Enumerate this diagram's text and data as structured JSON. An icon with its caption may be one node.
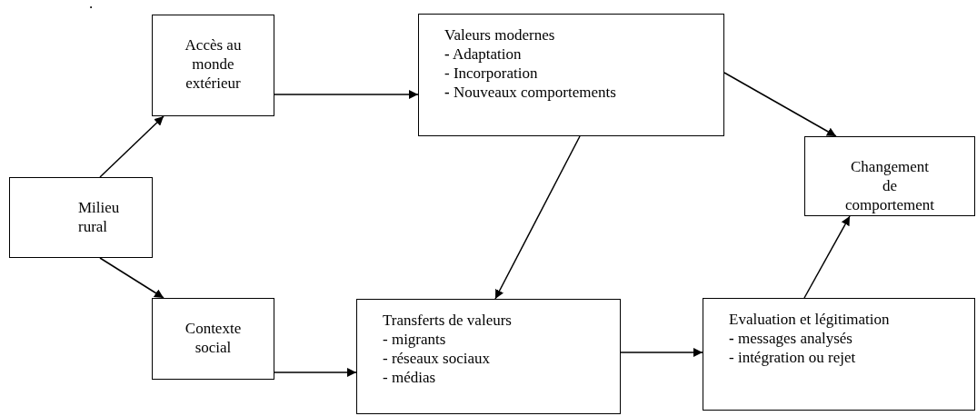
{
  "diagram": {
    "nodes": [
      {
        "text": [
          "Milieu rural"
        ]
      },
      {
        "text": [
          "Accès au monde extérieur"
        ]
      },
      {
        "text": [
          "Valeurs modernes",
          "**-** Adaptation",
          "- Incorporation",
          "**-** Nouveaux comportements"
        ]
      },
      {
        "text": [
          "Changement de comportement"
        ]
      },
      {
        "text": [
          "Contexte social"
        ]
      },
      {
        "text": [
          "Transferts de valeurs",
          "- migrants",
          "- réseaux sociaux",
          "- médias"
        ]
      },
      {
        "text": [
          "Evaluation et légitimation",
          "**-**  messages analysés",
          "- intégration ou rejet"
        ]
      }
    ],
    "edges": [
      {
        "from": 0,
        "to": 1,
        "arrow": "to"
      },
      {
        "from": 0,
        "to": 4,
        "arrow": "to"
      },
      {
        "from": 1,
        "to": 2,
        "arrow": "to"
      },
      {
        "from": 2,
        "to": 3,
        "arrow": "to"
      },
      {
        "from": 2,
        "to": 5,
        "arrow": "to"
      },
      {
        "from": 4,
        "to": 5,
        "arrow": "to"
      },
      {
        "from": 5,
        "to": 6,
        "arrow": "to"
      },
      {
        "from": 6,
        "to": 3,
        "arrow": "to"
      }
    ],
    "labels": [
      "."
    ]
  }
}
